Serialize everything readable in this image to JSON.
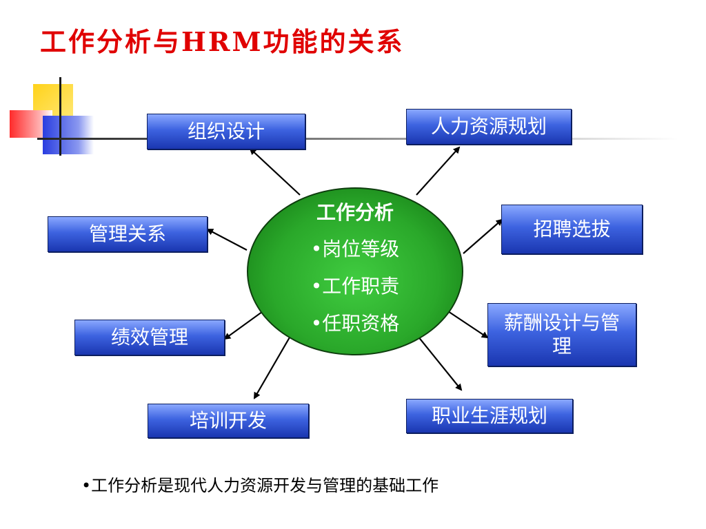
{
  "slide": {
    "title": "工作分析与HRM功能的关系",
    "center": {
      "title": "工作分析",
      "items": [
        "•岗位等级",
        "•工作职责",
        "•任职资格"
      ]
    },
    "boxes": {
      "org_design": "组织设计",
      "hr_planning": "人力资源规划",
      "mgmt_relations": "管理关系",
      "recruitment": "招聘选拔",
      "performance": "绩效管理",
      "compensation": "薪酬设计与管理",
      "training": "培训开发",
      "career": "职业生涯规划"
    },
    "footer": "•工作分析是现代人力资源开发与管理的基础工作"
  },
  "colors": {
    "title": "#e00000",
    "box_gradient": [
      "#8aa8ff",
      "#3d63e0",
      "#1a36b0"
    ],
    "ellipse": "#2aa82a",
    "deco_yellow": "#ffd21a",
    "deco_red": "#ff3a3a",
    "deco_blue": "#2a3ee0"
  }
}
